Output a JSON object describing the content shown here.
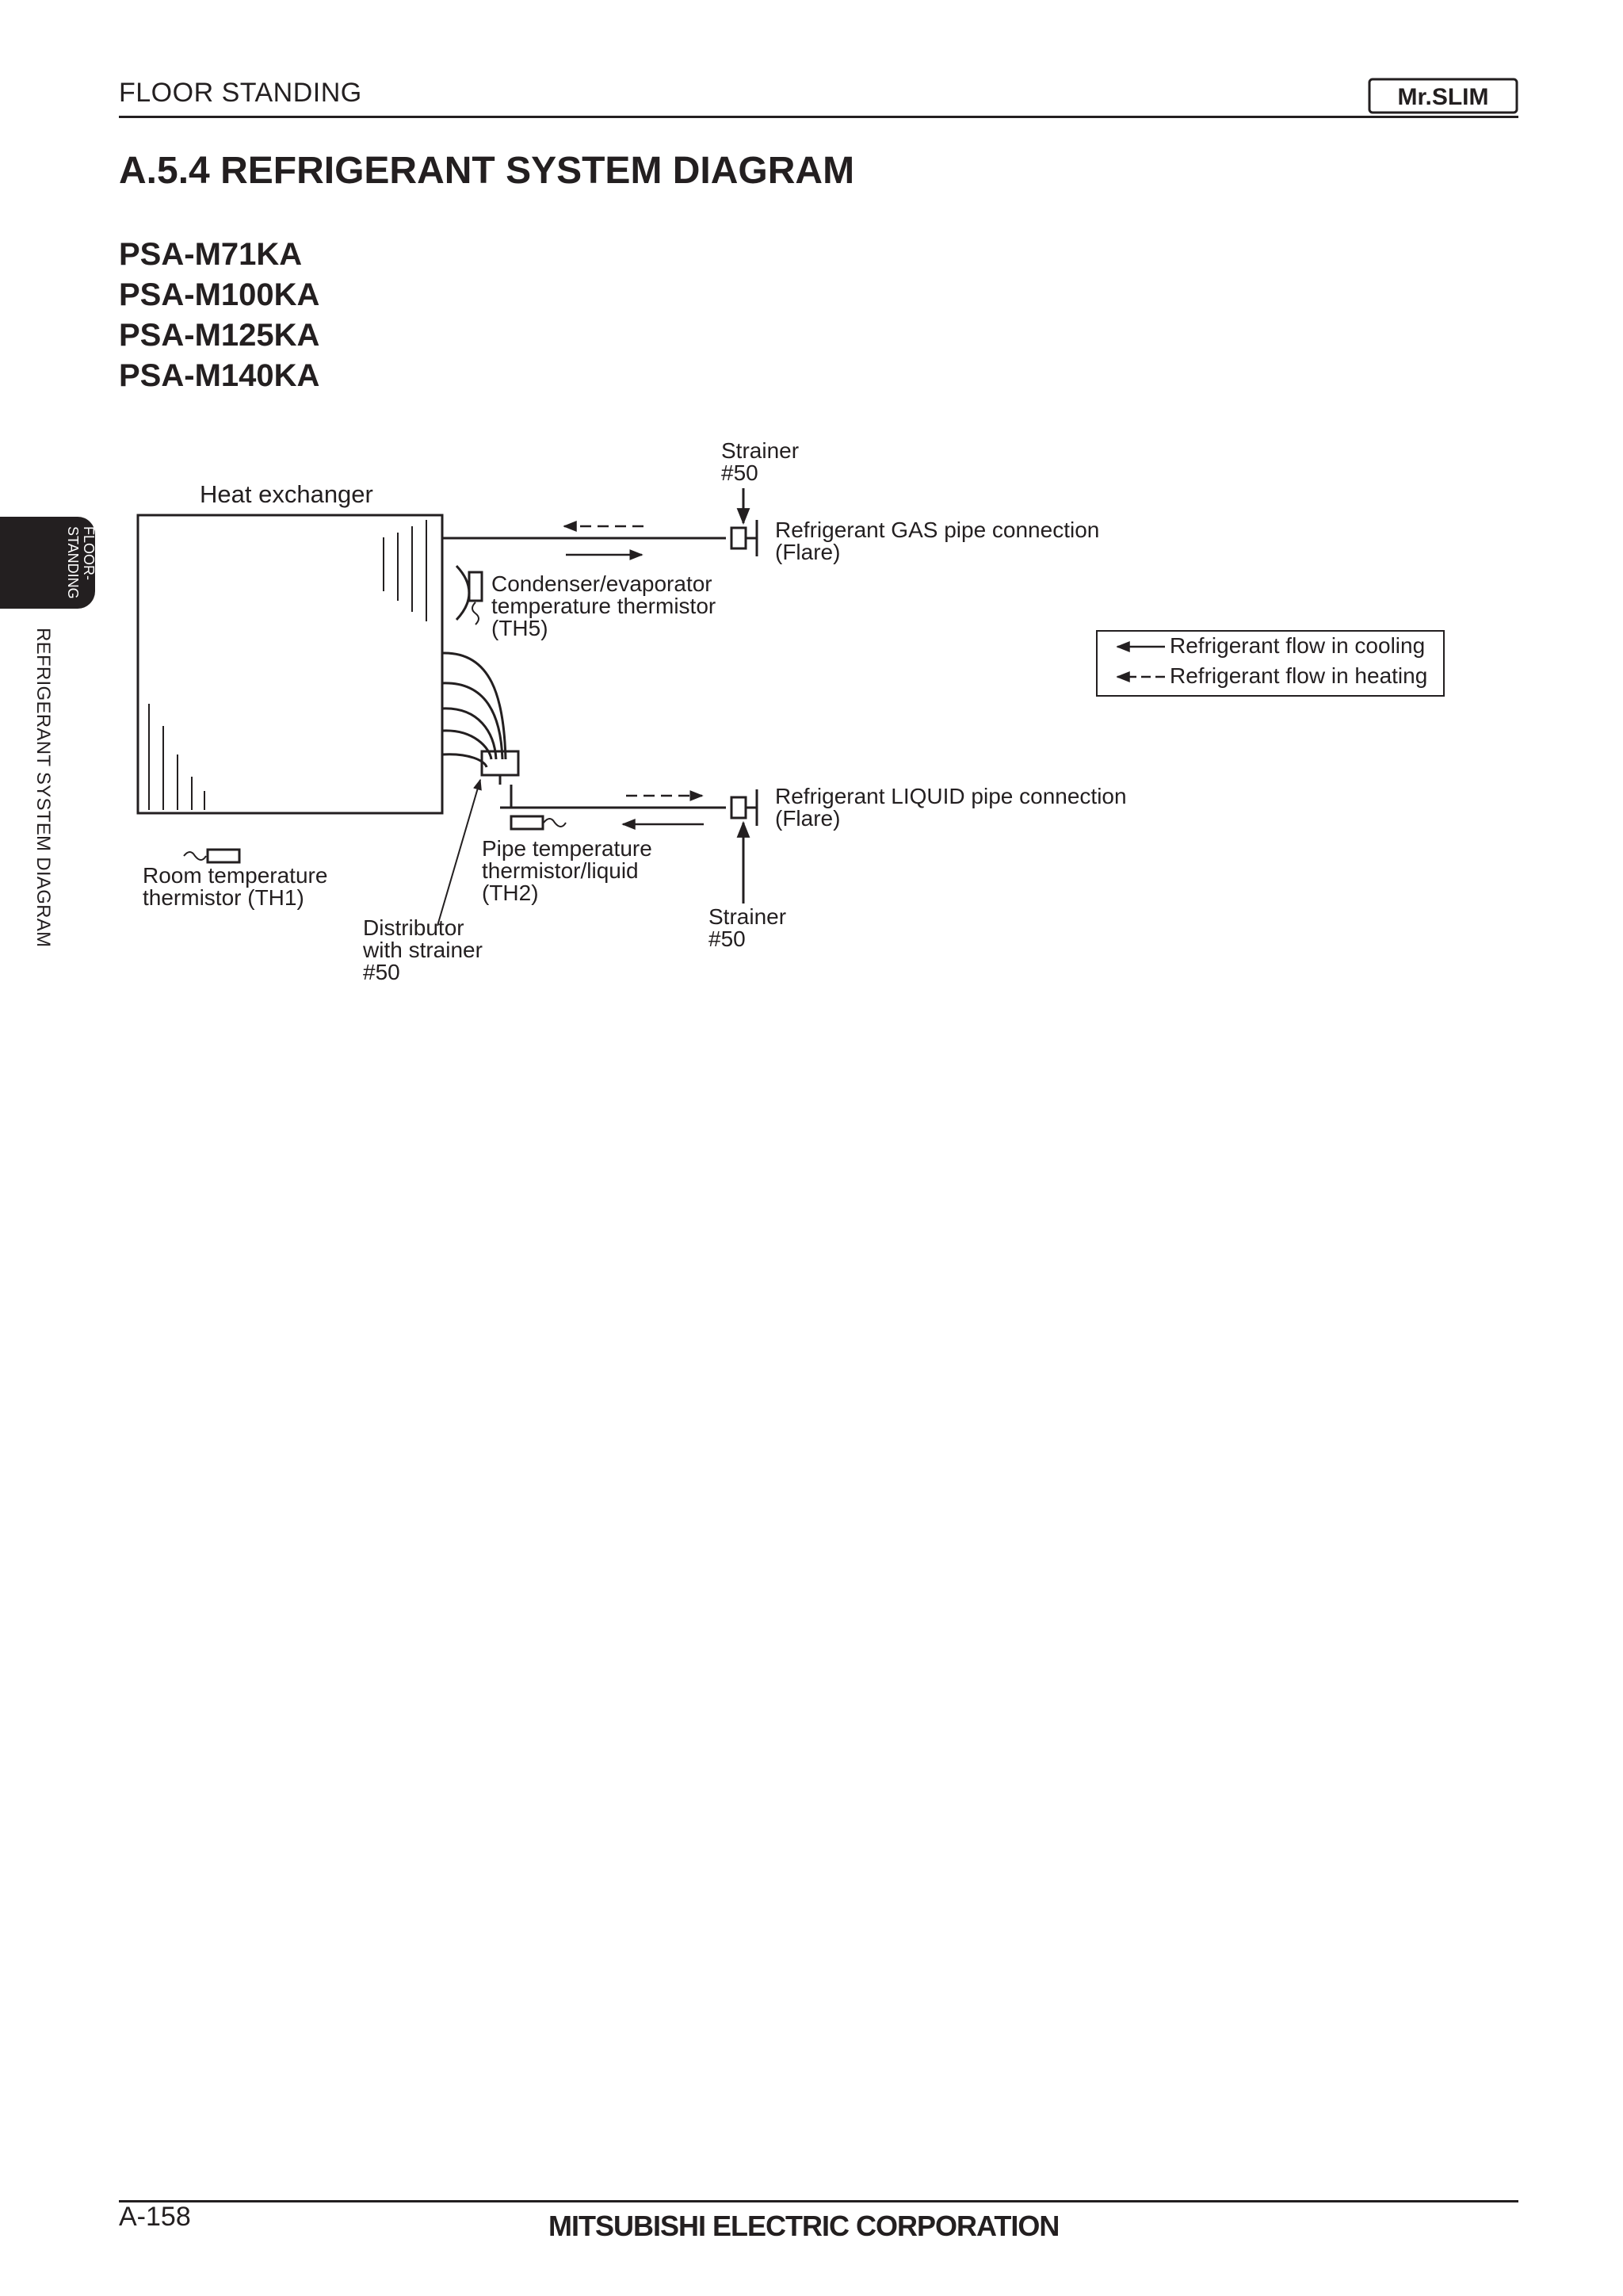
{
  "header": {
    "section": "FLOOR STANDING",
    "brand": "Mr.SLIM"
  },
  "title": "A.5.4 REFRIGERANT SYSTEM DIAGRAM",
  "models": [
    "PSA-M71KA",
    "PSA-M100KA",
    "PSA-M125KA",
    "PSA-M140KA"
  ],
  "side_tab": {
    "label_line1": "FLOOR-",
    "label_line2": "STANDING",
    "caption": "REFRIGERANT SYSTEM DIAGRAM"
  },
  "diagram": {
    "heat_exchanger": "Heat exchanger",
    "strainer_top": {
      "line1": "Strainer",
      "line2": "#50"
    },
    "gas_connection": {
      "line1": "Refrigerant GAS pipe connection",
      "line2": "(Flare)"
    },
    "th5": {
      "line1": "Condenser/evaporator",
      "line2": "temperature thermistor",
      "line3": "(TH5)"
    },
    "legend": {
      "cooling": "Refrigerant flow in cooling",
      "heating": "Refrigerant flow in heating"
    },
    "liquid_connection": {
      "line1": "Refrigerant LIQUID pipe connection",
      "line2": "(Flare)"
    },
    "th2": {
      "line1": "Pipe temperature",
      "line2": "thermistor/liquid",
      "line3": "(TH2)"
    },
    "th1": {
      "line1": "Room temperature",
      "line2": "thermistor (TH1)"
    },
    "distributor": {
      "line1": "Distributor",
      "line2": "with strainer",
      "line3": "#50"
    },
    "strainer_bottom": {
      "line1": "Strainer",
      "line2": "#50"
    }
  },
  "footer": {
    "page_number": "A-158",
    "company": "MITSUBISHI ELECTRIC CORPORATION"
  }
}
